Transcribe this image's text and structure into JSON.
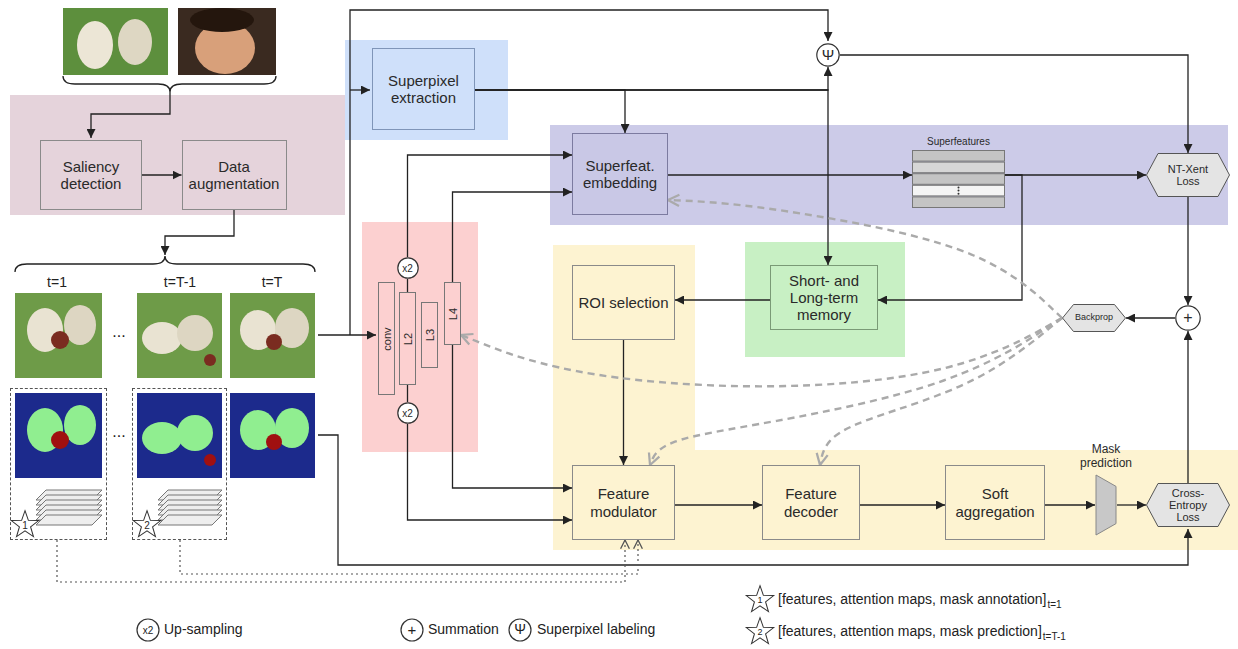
{
  "diagram": {
    "nodes": [
      {
        "text": [
          "Saliency detection"
        ]
      },
      {
        "text": [
          "Data augmentation"
        ]
      },
      {
        "text": [
          "Superpixel extraction"
        ]
      },
      {
        "text": [
          "Ψ"
        ]
      },
      {
        "text": [
          "Superfeat. embedding"
        ]
      },
      {
        "text": [
          "Superfeatures"
        ]
      },
      {
        "text": [
          "NT-Xent Loss"
        ]
      },
      {
        "text": [
          "x2"
        ]
      },
      {
        "text": [
          "conv"
        ]
      },
      {
        "text": [
          "L2"
        ]
      },
      {
        "text": [
          "L3"
        ]
      },
      {
        "text": [
          "L4"
        ]
      },
      {
        "text": [
          "x2"
        ]
      },
      {
        "text": [
          "ROI selection"
        ]
      },
      {
        "text": [
          "Short- and Long-term memory"
        ]
      },
      {
        "text": [
          "Backprop"
        ]
      },
      {
        "text": [
          "+"
        ]
      },
      {
        "text": [
          "1"
        ]
      },
      {
        "text": [
          "2"
        ]
      },
      {
        "text": [
          "Feature modulator"
        ]
      },
      {
        "text": [
          "Feature decoder"
        ]
      },
      {
        "text": [
          "Soft aggregation"
        ]
      },
      {
        "text": [
          "Mask prediction"
        ]
      },
      {
        "text": [
          "Cross-Entropy Loss"
        ]
      }
    ],
    "edges": [
      {
        "from": 0,
        "to": 1,
        "arrow": "to"
      },
      {
        "from": 2,
        "to": 3,
        "arrow": "to"
      },
      {
        "from": 2,
        "to": 4,
        "arrow": "to"
      },
      {
        "from": 2,
        "to": 14,
        "arrow": "to"
      },
      {
        "from": 3,
        "to": 6,
        "arrow": "to"
      },
      {
        "from": 7,
        "to": 4,
        "arrow": "to"
      },
      {
        "from": 11,
        "to": 4,
        "arrow": "to"
      },
      {
        "from": 9,
        "to": 7,
        "arrow": "none"
      },
      {
        "from": 9,
        "to": 12,
        "arrow": "none"
      },
      {
        "from": 12,
        "to": 19,
        "arrow": "to"
      },
      {
        "from": 11,
        "to": 19,
        "arrow": "to"
      },
      {
        "from": 4,
        "to": 5,
        "arrow": "to"
      },
      {
        "from": 5,
        "to": 6,
        "arrow": "to"
      },
      {
        "from": 5,
        "to": 14,
        "arrow": "to"
      },
      {
        "from": 14,
        "to": 13,
        "arrow": "to"
      },
      {
        "from": 13,
        "to": 19,
        "arrow": "to"
      },
      {
        "from": 19,
        "to": 20,
        "arrow": "to"
      },
      {
        "from": 20,
        "to": 21,
        "arrow": "to"
      },
      {
        "from": 21,
        "to": 22,
        "arrow": "to"
      },
      {
        "from": 22,
        "to": 23,
        "arrow": "to"
      },
      {
        "from": 23,
        "to": 16,
        "arrow": "to"
      },
      {
        "from": 6,
        "to": 16,
        "arrow": "to"
      },
      {
        "from": 16,
        "to": 15,
        "arrow": "to"
      },
      {
        "from": 15,
        "to": 4,
        "arrow": "to"
      },
      {
        "from": 15,
        "to": 11,
        "arrow": "to"
      },
      {
        "from": 15,
        "to": 19,
        "arrow": "to"
      },
      {
        "from": 15,
        "to": 20,
        "arrow": "to"
      },
      {
        "from": 17,
        "to": 19,
        "arrow": "to"
      },
      {
        "from": 18,
        "to": 19,
        "arrow": "to"
      }
    ],
    "labels": [
      "t=1",
      "t=T-1",
      "t=T",
      "...",
      "...",
      "x2",
      "+",
      "Ψ",
      "1",
      "t=1",
      "2",
      "t=T-1"
    ],
    "legend": [
      {
        "text": "Up-sampling"
      },
      {
        "text": "Summation"
      },
      {
        "text": "Superpixel labeling"
      },
      {
        "text": "[features, attention maps, mask annotation]"
      },
      {
        "text": "[features, attention maps, mask prediction]"
      }
    ]
  }
}
